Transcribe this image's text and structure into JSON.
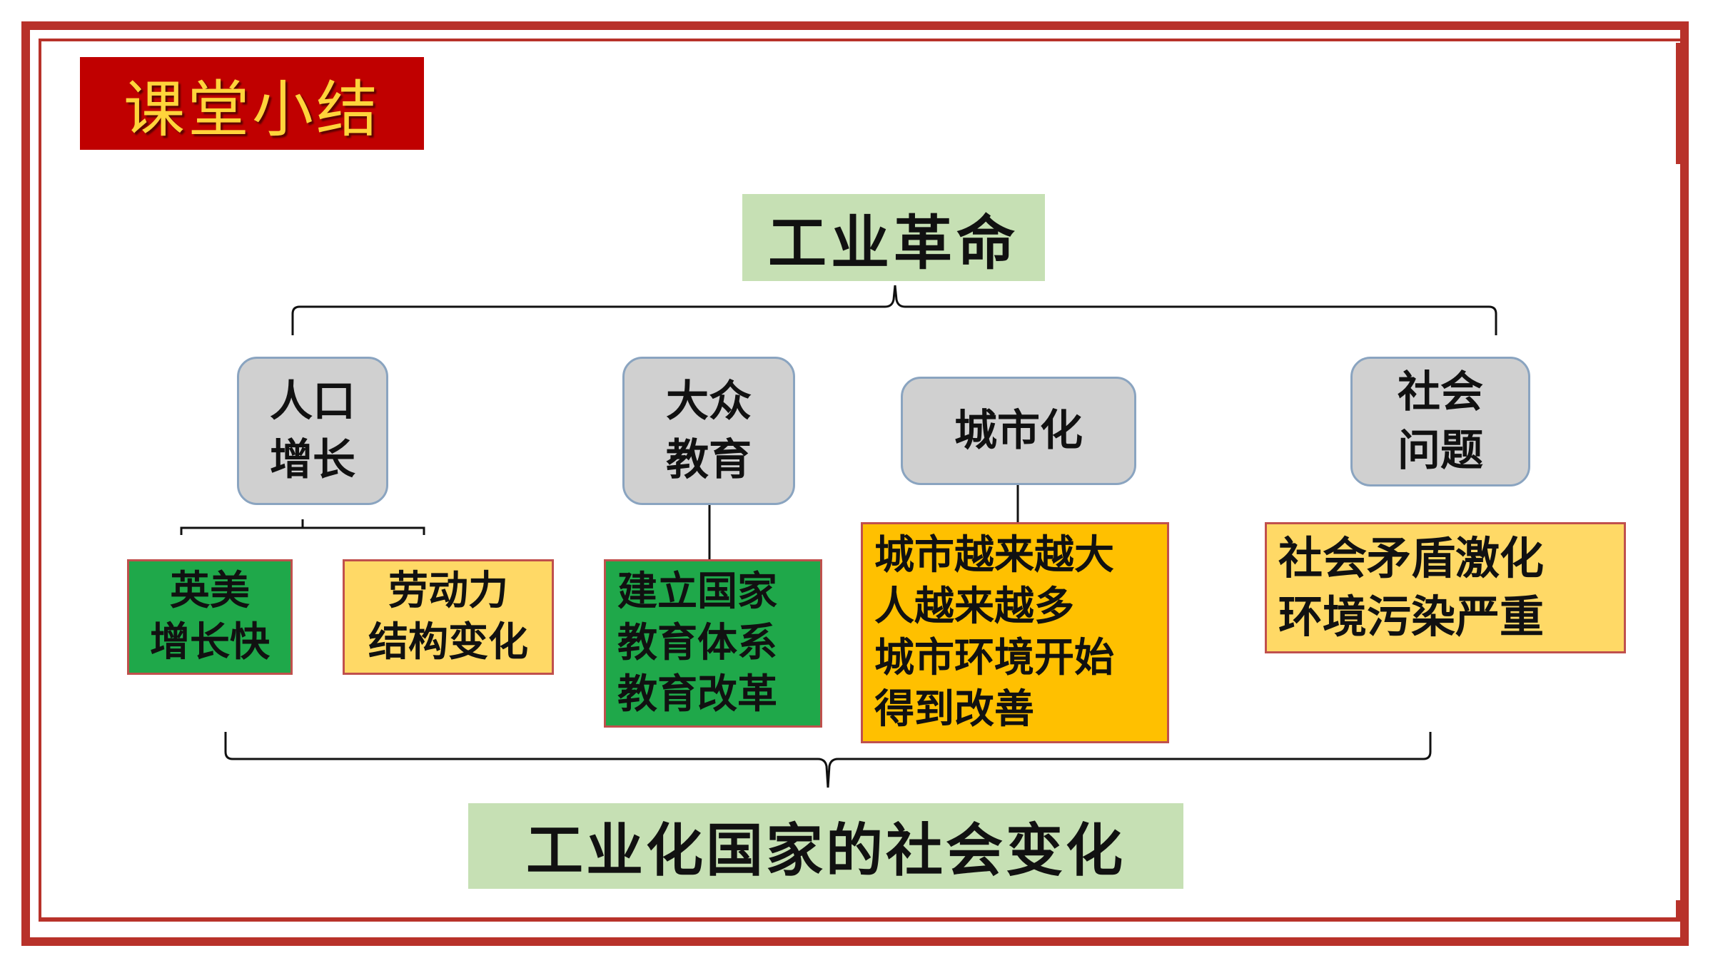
{
  "header": {
    "title": "课堂小结"
  },
  "diagram": {
    "root": "工业革命",
    "nodes": [
      {
        "id": "population",
        "label": "人口\n增长"
      },
      {
        "id": "education",
        "label": "大众\n教育"
      },
      {
        "id": "urbanization",
        "label": "城市化"
      },
      {
        "id": "social",
        "label": "社会\n问题"
      }
    ],
    "leaves": {
      "population_a": "英美\n增长快",
      "population_b": "劳动力\n结构变化",
      "education": "建立国家\n教育体系\n教育改革",
      "urbanization": "城市越来越大\n人越来越多\n城市环境开始\n得到改善",
      "social": "社会矛盾激化\n环境污染严重"
    },
    "summary": "工业化国家的社会变化"
  },
  "colors": {
    "frame": "#b8322a",
    "title_bg": "#c00000",
    "title_text": "#ffd43b",
    "green_title": "#c6e0b4",
    "node_gray": "#d0d0d0",
    "leaf_green": "#1fa84a",
    "leaf_yellow": "#ffd966",
    "leaf_orange": "#ffc000"
  }
}
